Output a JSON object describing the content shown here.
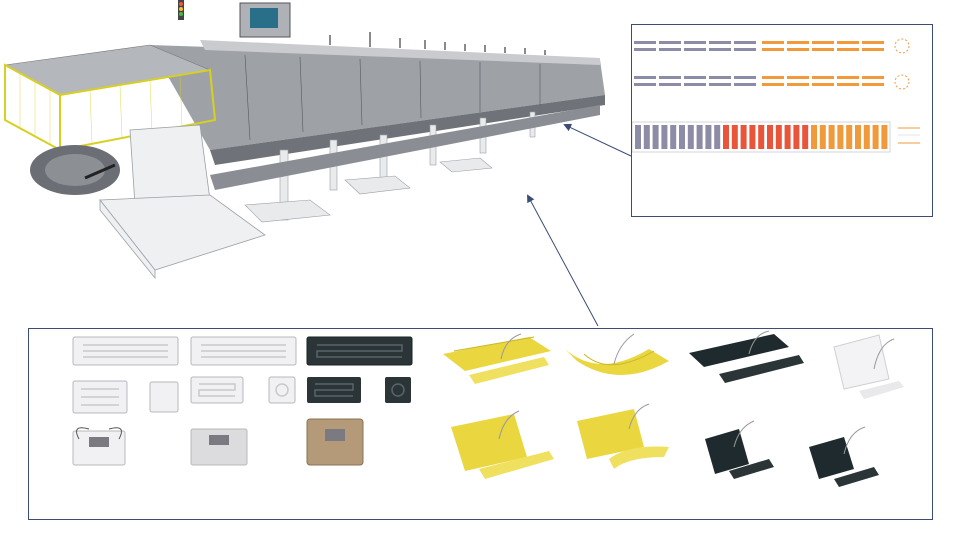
{
  "scene": {
    "machine": {
      "name": "tunnel-conveyor-infrared-oven"
    },
    "layout_panel": {
      "rows": [
        {
          "gray_count": 5,
          "orange_count": 5,
          "end_symbol": "circle-dashed"
        },
        {
          "gray_count": 5,
          "orange_count": 5,
          "end_symbol": "circle-dashed"
        },
        {
          "gray_count": 10,
          "red_count": 10,
          "orange_count": 9,
          "end_symbol": "two-lines"
        }
      ]
    },
    "products_panel": {
      "ceramic_heaters": [
        "long-white-trough",
        "long-white-trough",
        "long-black-trough",
        "small-white-trough",
        "square-white-small",
        "white-hollow",
        "round-white-small",
        "black-hollow",
        "black-round-small",
        "white-quartz-clip",
        "white-quartz-clip",
        "bronze-quartz-clip"
      ],
      "flat_heaters": [
        "yellow-flat-long",
        "yellow-curved-long",
        "black-flat-long",
        "white-flat-square",
        "yellow-flat-medium",
        "yellow-curved-medium",
        "black-square-small",
        "black-square-small"
      ]
    },
    "colors": {
      "border": "#3c4d74",
      "gray_lamp": "#8c8ca6",
      "orange_lamp": "#f09a3c",
      "red_lamp": "#e8553a",
      "yellow_heater": "#e8d84c",
      "black_heater": "#1f2a2e"
    }
  }
}
